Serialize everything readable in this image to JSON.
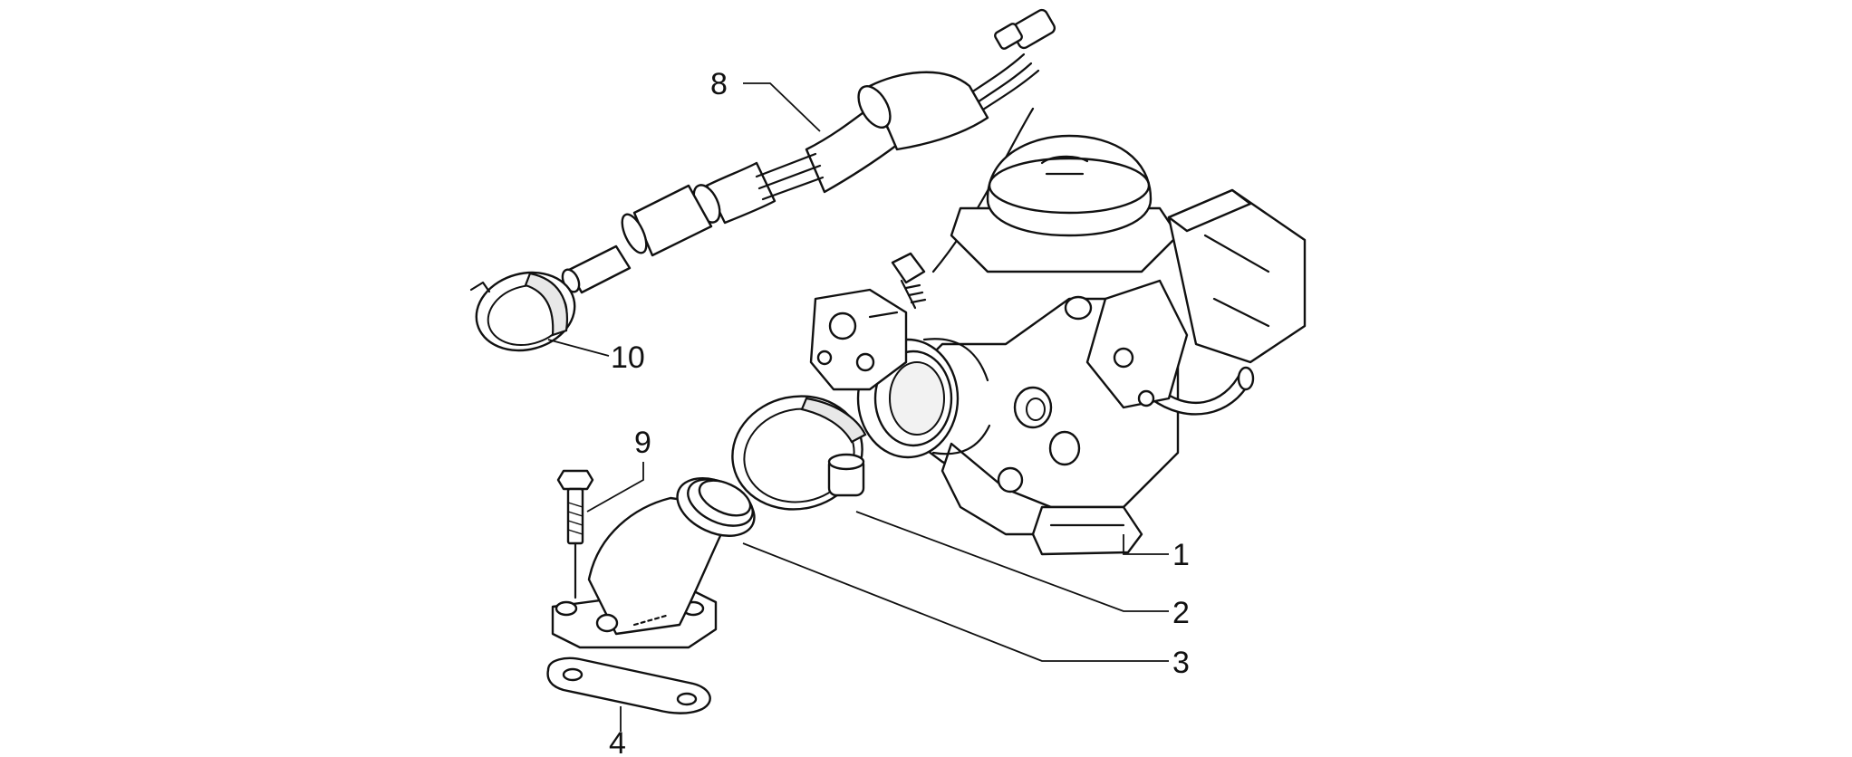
{
  "diagram": {
    "callouts": [
      {
        "id": "1",
        "label": "1"
      },
      {
        "id": "2",
        "label": "2"
      },
      {
        "id": "3",
        "label": "3"
      },
      {
        "id": "4",
        "label": "4"
      },
      {
        "id": "8",
        "label": "8"
      },
      {
        "id": "9",
        "label": "9"
      },
      {
        "id": "10",
        "label": "10"
      }
    ],
    "colors": {
      "line": "#111111",
      "background": "#ffffff"
    }
  }
}
